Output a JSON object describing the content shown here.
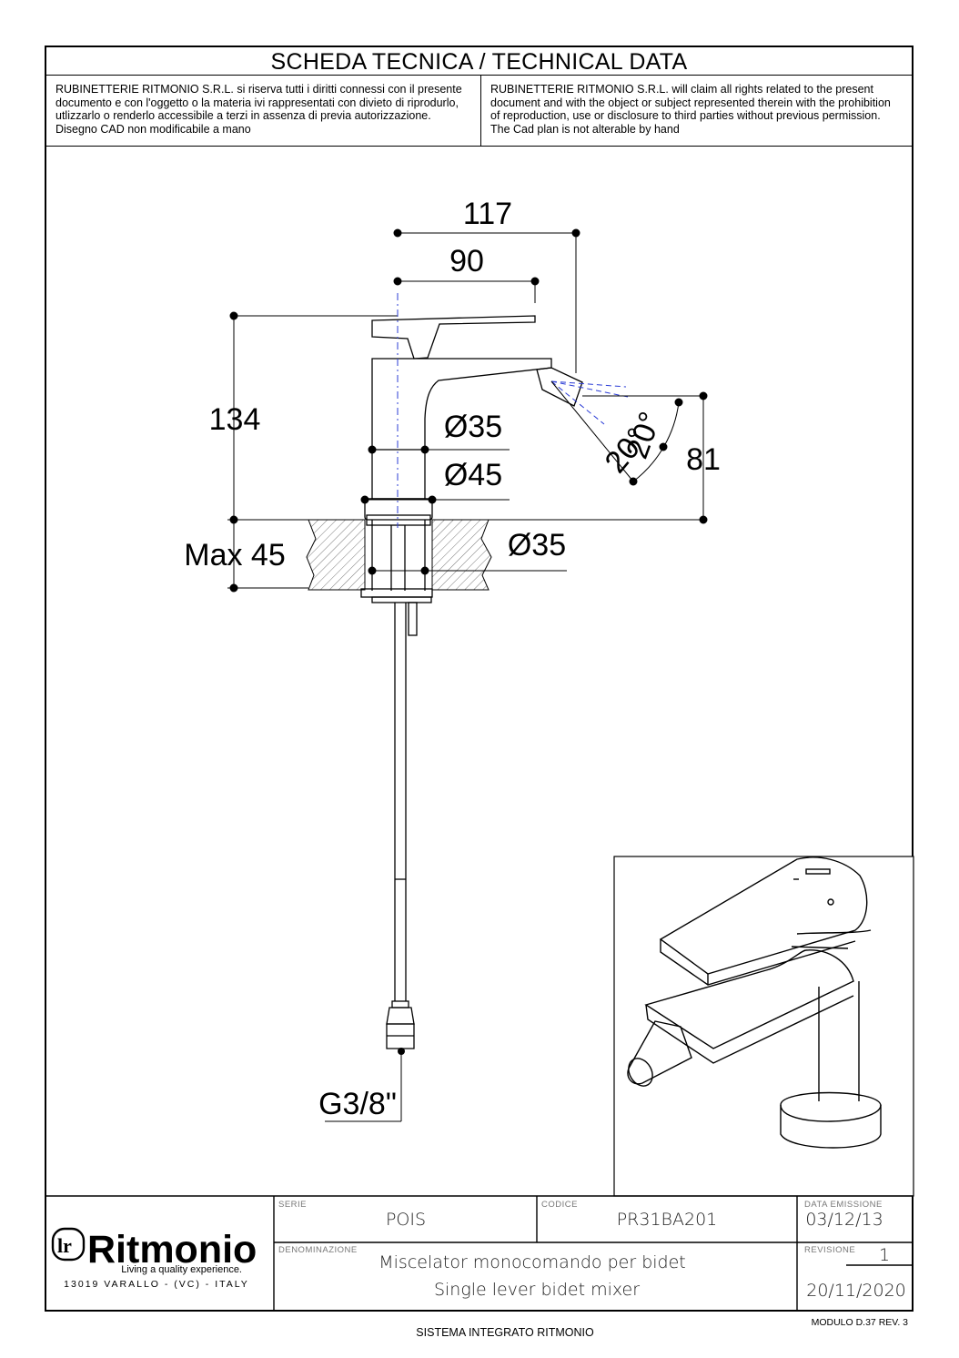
{
  "header": {
    "title": "SCHEDA TECNICA / TECHNICAL DATA",
    "notice_it": "RUBINETTERIE RITMONIO S.R.L. si riserva tutti i diritti connessi con il presente documento e con l'oggetto o la materia ivi rappresentati con divieto di riprodurlo, utlizzarlo o renderlo accessibile a terzi in assenza di previa autorizzazione. Disegno CAD non modificabile a mano",
    "notice_en": "RUBINETTERIE RITMONIO S.R.L. will claim all rights related to the present document and with the object or subject represented therein with the prohibition  of reproduction, use or disclosure to third parties without previous permission.  The Cad plan is not alterable by hand"
  },
  "dimensions": {
    "reach_total": "117",
    "reach_lever": "90",
    "height": "134",
    "body_diameter_top": "Ø35",
    "body_diameter_base": "Ø45",
    "hole_diameter": "Ø35",
    "max_deck": "Max 45",
    "jet_height": "81",
    "angle_1": "20°",
    "angle_2": "20°",
    "connection": "G3/8\""
  },
  "title_block": {
    "brand": "Ritmonio",
    "tagline": "Living a quality experience.",
    "address": "13019 VARALLO - (VC) - ITALY",
    "serie_label": "SERIE",
    "serie_value": "POIS",
    "codice_label": "CODICE",
    "codice_value": "PR31BA201",
    "data_label": "DATA EMISSIONE",
    "data_value": "03/12/13",
    "denominazione_label": "DENOMINAZIONE",
    "denominazione_it": "Miscelator monocomando per bidet",
    "denominazione_en": "Single lever bidet mixer",
    "revisione_label": "REVISIONE",
    "revisione_value": "1",
    "revisione_date": "20/11/2020"
  },
  "footer": {
    "module": "MODULO D.37 REV. 3",
    "system": "SISTEMA INTEGRATO RITMONIO"
  }
}
